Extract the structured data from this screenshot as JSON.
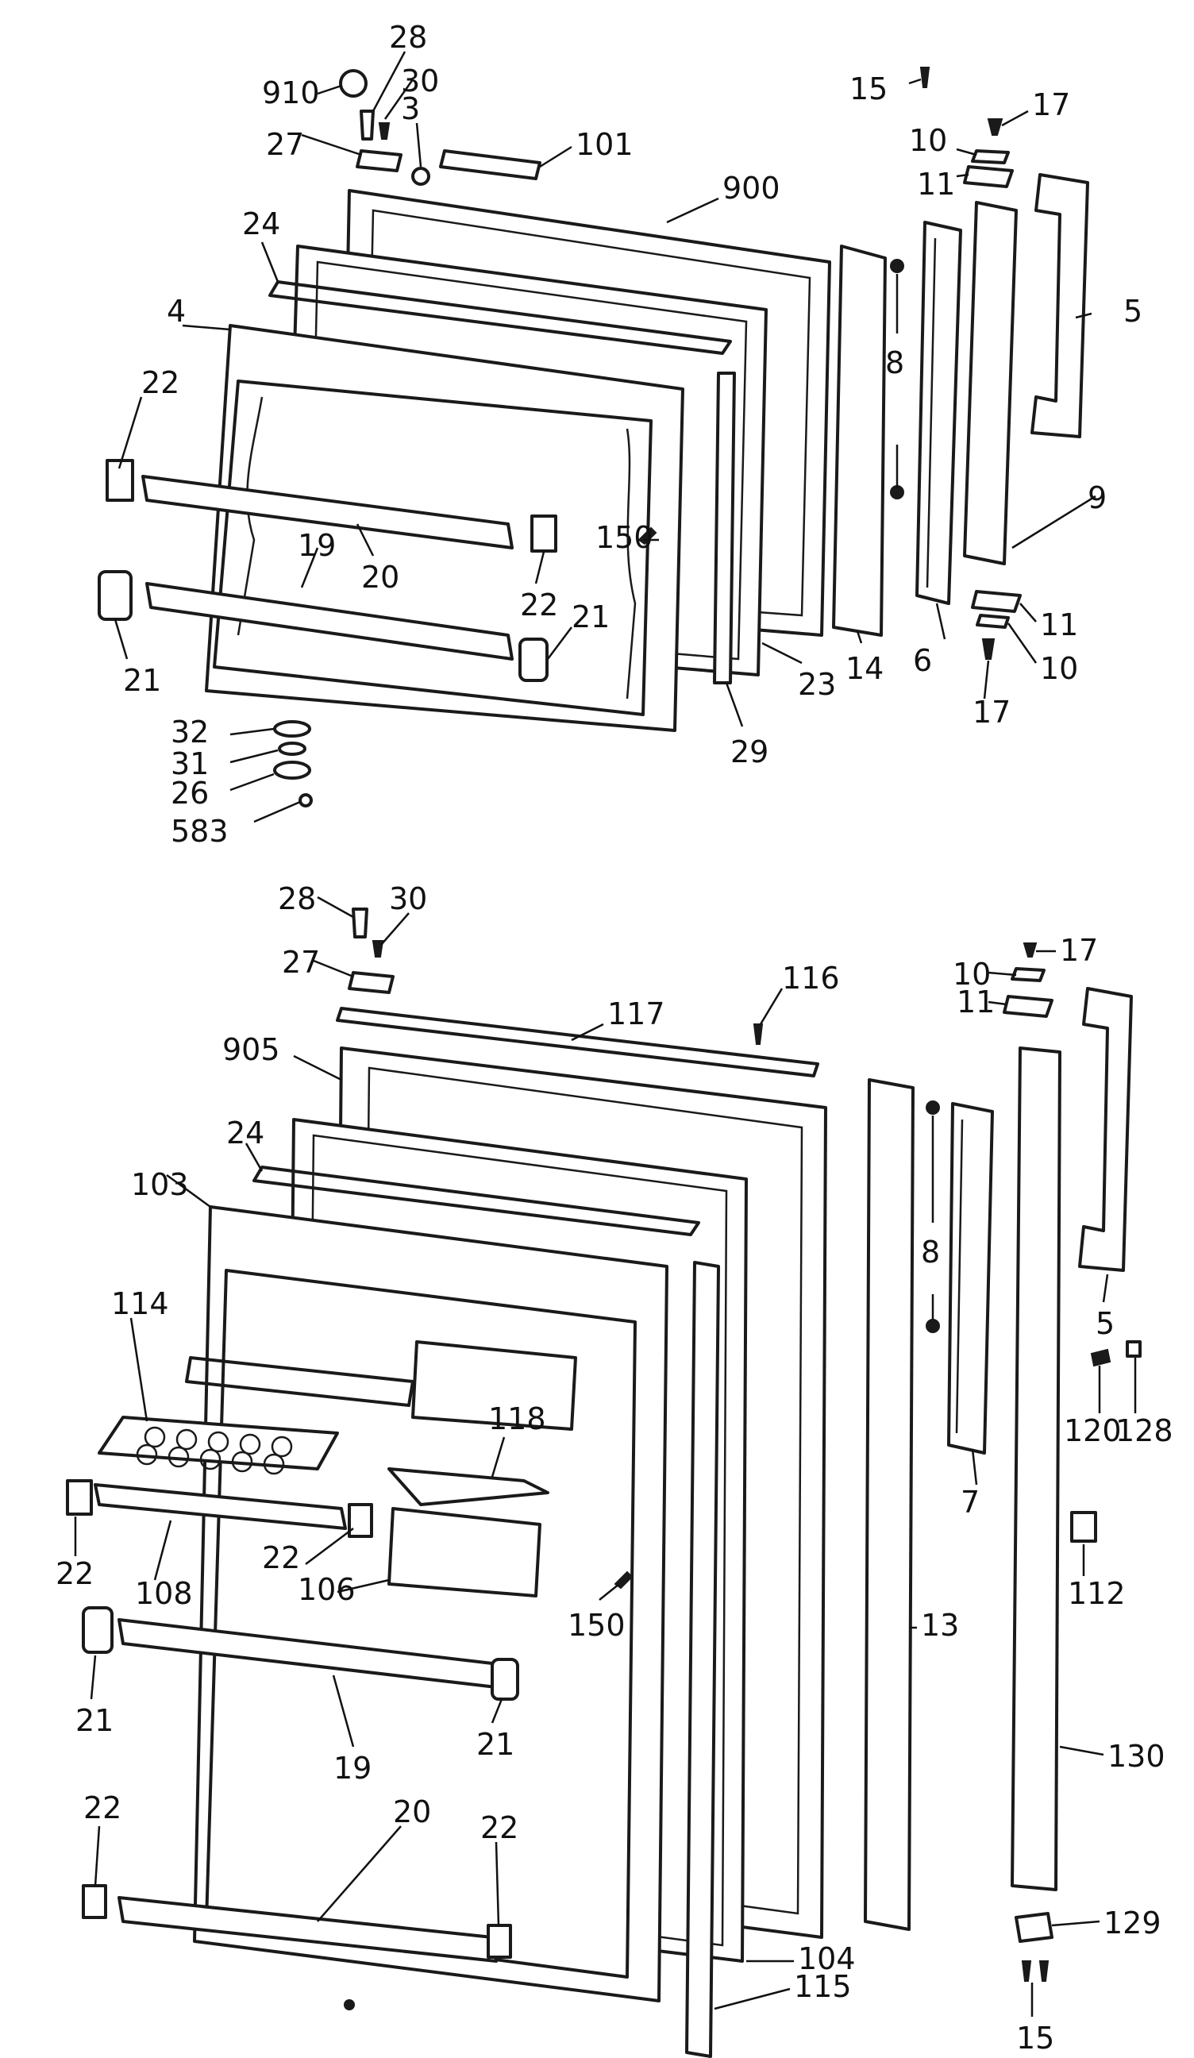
{
  "callouts": {
    "freezer": [
      "910",
      "28",
      "30",
      "27",
      "3",
      "101",
      "900",
      "24",
      "4",
      "22",
      "19",
      "20",
      "150",
      "22",
      "21",
      "21",
      "23",
      "14",
      "29",
      "8",
      "6",
      "9",
      "5",
      "15",
      "17",
      "10",
      "11",
      "11",
      "10",
      "17",
      "32",
      "31",
      "26",
      "583"
    ],
    "fresh_food": [
      "28",
      "30",
      "27",
      "117",
      "116",
      "905",
      "24",
      "103",
      "114",
      "118",
      "22",
      "108",
      "22",
      "106",
      "150",
      "21",
      "19",
      "21",
      "22",
      "20",
      "22",
      "104",
      "115",
      "13",
      "8",
      "7",
      "10",
      "17",
      "11",
      "5",
      "120",
      "128",
      "112",
      "130",
      "129",
      "15"
    ]
  }
}
